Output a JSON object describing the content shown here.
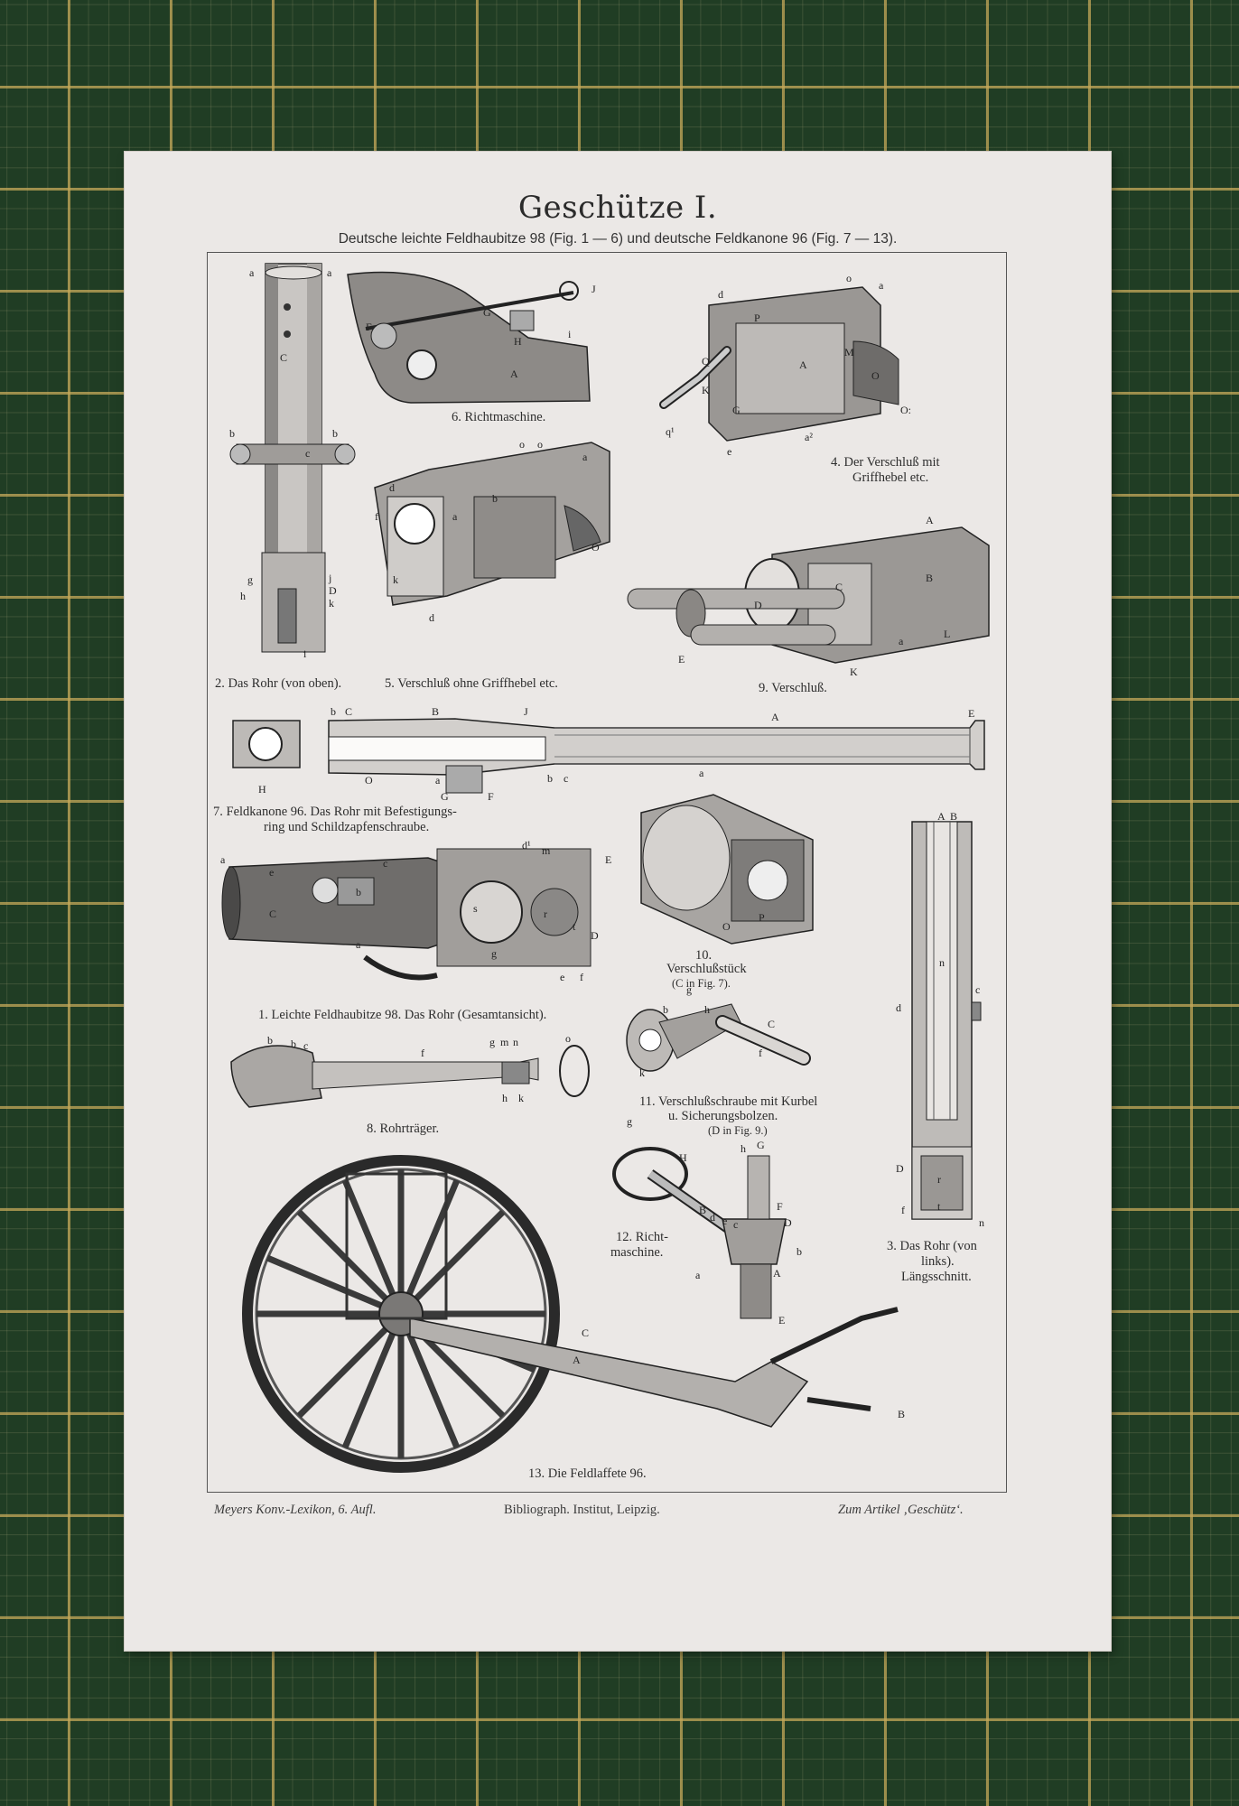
{
  "title": "Geschütze I.",
  "subtitle": "Deutsche leichte Feldhaubitze 98 (Fig. 1 — 6) und deutsche Feldkanone 96 (Fig. 7 — 13).",
  "captions": {
    "fig6": "6. Richtmaschine.",
    "fig4_line1": "4. Der Verschluß mit",
    "fig4_line2": "Griffhebel etc.",
    "fig2": "2. Das Rohr (von oben).",
    "fig5": "5. Verschluß ohne Griffhebel etc.",
    "fig9": "9. Verschluß.",
    "fig7_line1": "7. Feldkanone 96.  Das Rohr mit Befestigungs-",
    "fig7_line2": "ring und Schildzapfenschraube.",
    "fig10_line1": "10.",
    "fig10_line2": "Verschlußstück",
    "fig10_line3": "(C in Fig. 7).",
    "fig1": "1. Leichte Feldhaubitze 98.  Das Rohr (Gesamtansicht).",
    "fig11_line1": "11. Verschlußschraube mit Kurbel",
    "fig11_line2": "u. Sicherungsbolzen.",
    "fig11_line3": "(D in Fig. 9.)",
    "fig8": "8. Rohrträger.",
    "fig12_line1": "12. Richt-",
    "fig12_line2": "maschine.",
    "fig3_line1": "3. Das Rohr (von",
    "fig3_line2": "links).",
    "fig3_line3": "Längsschnitt.",
    "fig13": "13. Die Feldlaffete 96."
  },
  "footer": {
    "left": "Meyers Konv.-Lexikon, 6. Aufl.",
    "center": "Bibliograph. Institut, Leipzig.",
    "right": "Zum Artikel ‚Geschütz‘."
  },
  "colors": {
    "mat": "#203d24",
    "grid": "#c4a858",
    "paper": "#ebe8e6",
    "ink": "#2b2b2b"
  }
}
